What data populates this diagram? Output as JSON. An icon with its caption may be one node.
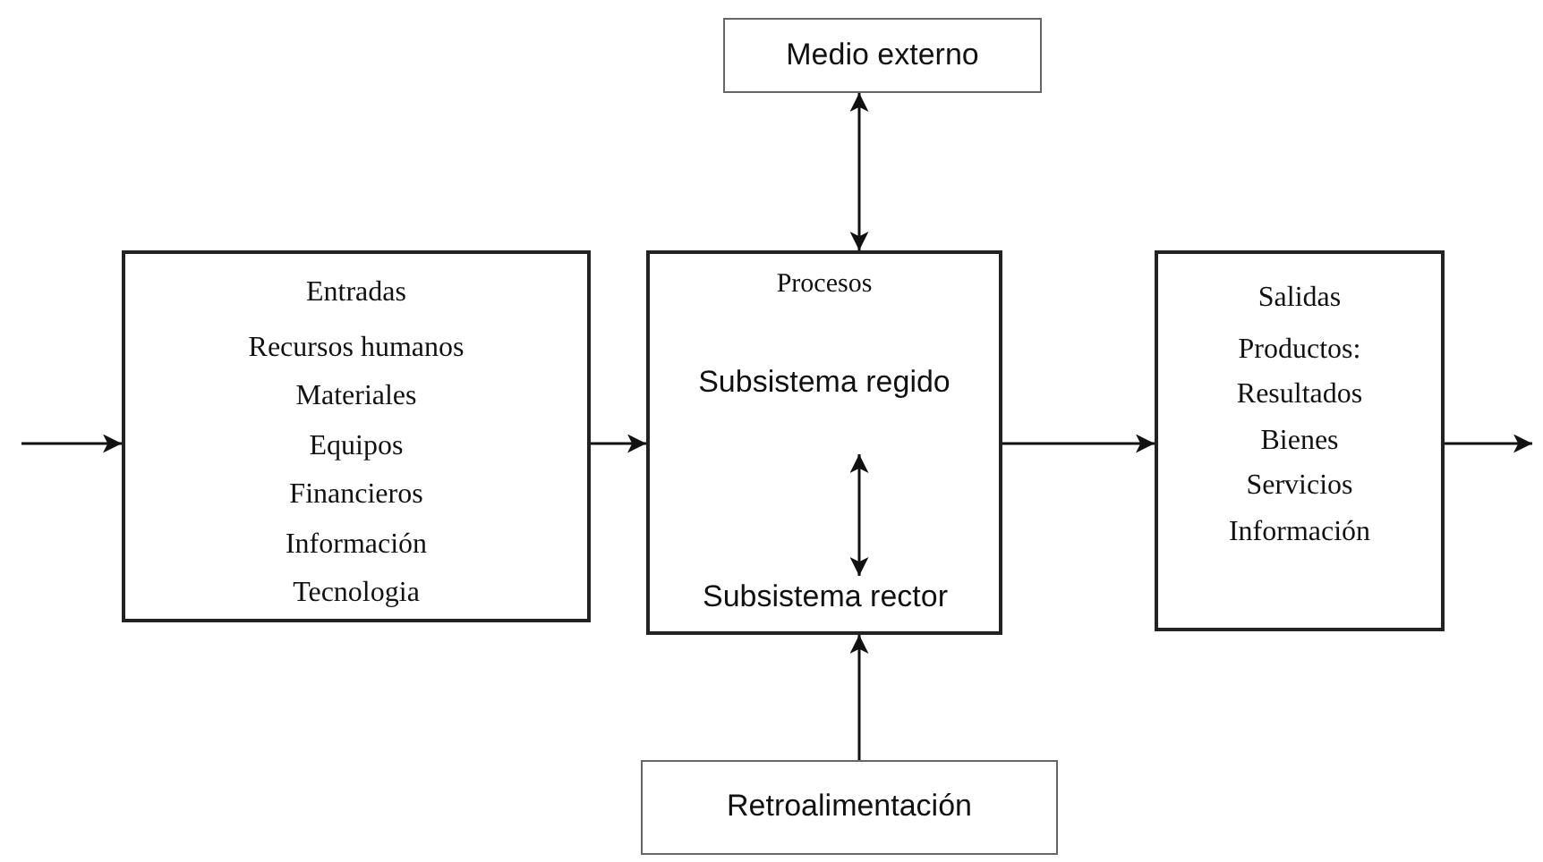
{
  "diagram": {
    "nodes": [
      {
        "text": [
          "Medio externo"
        ]
      },
      {
        "text": [
          "Entradas",
          "Recursos humanos",
          "Materiales",
          "Equipos",
          "Financieros",
          "Información",
          "Tecnologia"
        ]
      },
      {
        "text": [
          "Procesos"
        ]
      },
      {
        "text": [
          "Subsistema regido"
        ],
        "in": 2
      },
      {
        "text": [
          "Subsistema rector"
        ],
        "in": 2
      },
      {
        "text": [
          "Salidas",
          "Productos:",
          "Resultados",
          "Bienes",
          "Servicios",
          "Información"
        ]
      },
      {
        "text": [
          "Retroalimentación"
        ]
      }
    ],
    "edges": [
      {
        "from": null,
        "to": 1,
        "arrow": "to"
      },
      {
        "from": 1,
        "to": 2,
        "arrow": "to"
      },
      {
        "from": 2,
        "to": 5,
        "arrow": "to"
      },
      {
        "from": 5,
        "to": null,
        "arrow": "to"
      },
      {
        "from": 0,
        "to": 2,
        "arrow": "both"
      },
      {
        "from": 3,
        "to": 4,
        "arrow": "both"
      },
      {
        "from": 6,
        "to": 2,
        "arrow": "to"
      }
    ]
  }
}
